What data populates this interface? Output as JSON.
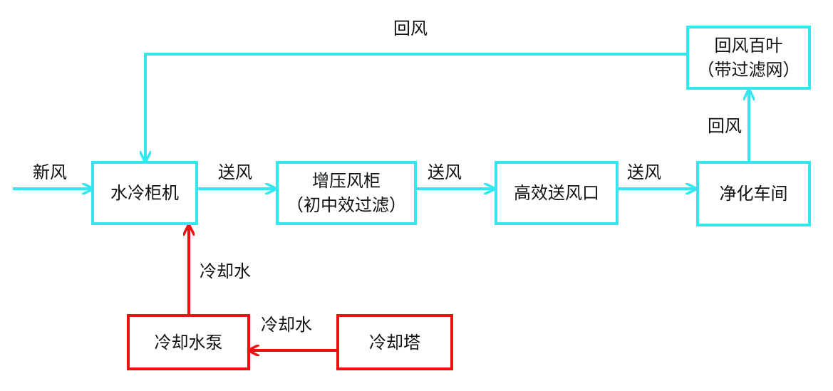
{
  "colors": {
    "air": "#33e6f0",
    "water": "#ee1111",
    "text": "#111111"
  },
  "nodes": {
    "chiller": {
      "label": "水冷柜机"
    },
    "booster": {
      "line1": "增压风柜",
      "line2": "（初中效过滤）"
    },
    "hepa_outlet": {
      "label": "高效送风口"
    },
    "cleanroom": {
      "label": "净化车间"
    },
    "return_louver": {
      "line1": "回风百叶",
      "line2": "（带过滤网）"
    },
    "pump": {
      "label": "冷却水泵"
    },
    "tower": {
      "label": "冷却塔"
    }
  },
  "edges": {
    "fresh_air": "新风",
    "supply_1": "送风",
    "supply_2": "送风",
    "supply_3": "送风",
    "return_up": "回风",
    "return_top": "回风",
    "water_tower_pump": "冷却水",
    "water_pump_chiller": "冷却水"
  }
}
